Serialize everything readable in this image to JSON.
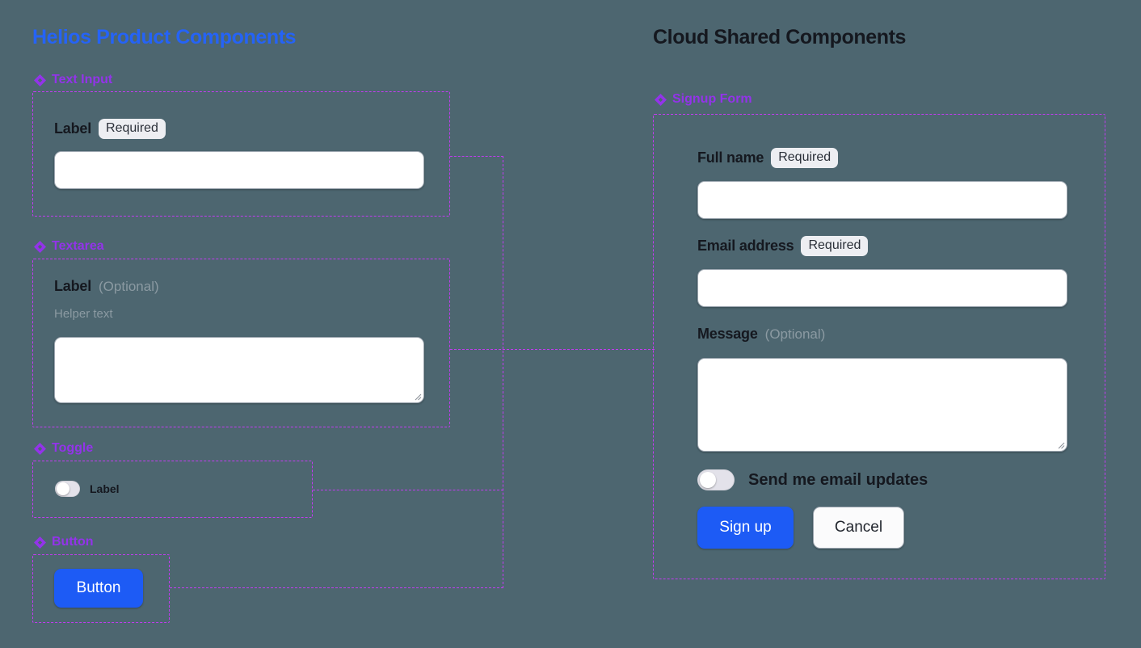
{
  "columns": {
    "left": {
      "title": "Helios Product Components",
      "color": "#2563f6"
    },
    "right": {
      "title": "Cloud Shared Components",
      "color": "#15181f"
    }
  },
  "icons": {
    "section": "diamond-icon"
  },
  "accent": {
    "outline": "#c13cf0",
    "caption": "#9333ea",
    "primary": "#1d5bf5"
  },
  "left_sections": {
    "text_input": {
      "caption": "Text Input",
      "label": "Label",
      "badge": "Required",
      "input_value": "",
      "input_placeholder": ""
    },
    "textarea": {
      "caption": "Textarea",
      "label": "Label",
      "optional": "(Optional)",
      "helper": "Helper text",
      "textarea_value": "",
      "textarea_placeholder": ""
    },
    "toggle": {
      "caption": "Toggle",
      "label": "Label",
      "state": "off"
    },
    "button": {
      "caption": "Button",
      "label": "Button"
    }
  },
  "right_sections": {
    "signup_form": {
      "caption": "Signup Form",
      "fields": {
        "full_name": {
          "label": "Full name",
          "badge": "Required",
          "value": "",
          "placeholder": ""
        },
        "email": {
          "label": "Email address",
          "badge": "Required",
          "value": "",
          "placeholder": ""
        },
        "message": {
          "label": "Message",
          "optional": "(Optional)",
          "value": "",
          "placeholder": ""
        }
      },
      "toggle": {
        "label": "Send me email updates",
        "state": "off"
      },
      "actions": {
        "submit": "Sign up",
        "cancel": "Cancel"
      }
    }
  }
}
